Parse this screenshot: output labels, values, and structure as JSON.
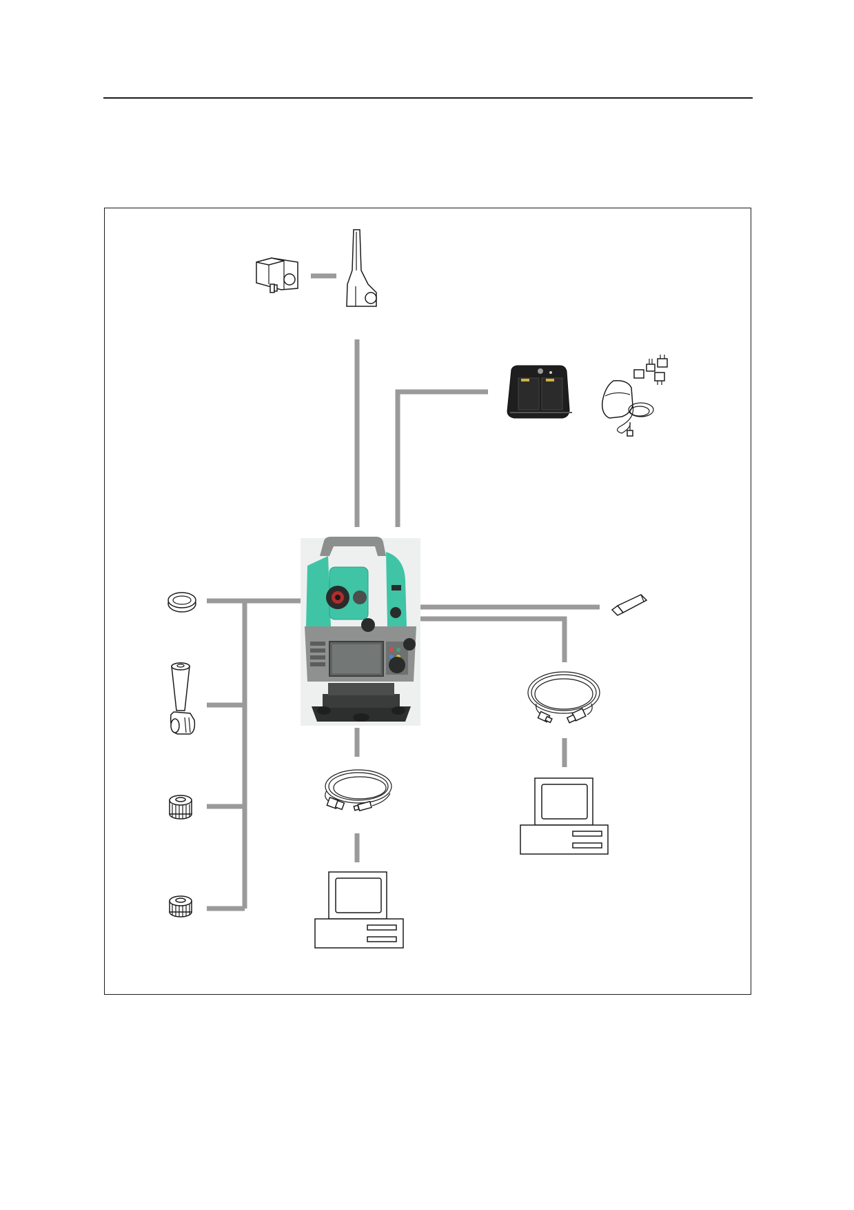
{
  "page": {
    "title": "System diagram",
    "background": "#ffffff"
  },
  "colors": {
    "connector": "#9a9a9a",
    "instrument_body": "#3fc4a6",
    "instrument_frame": "#8c8f8d",
    "line_art": "#1a1a1a"
  },
  "components": [
    {
      "id": "instrument",
      "icon": "total-station-icon"
    },
    {
      "id": "camera-attachment",
      "icon": "camera-attachment-icon"
    },
    {
      "id": "handle-mount",
      "icon": "handle-mount-icon"
    },
    {
      "id": "battery-charger",
      "icon": "battery-charger-icon"
    },
    {
      "id": "ac-adapter",
      "icon": "ac-adapter-icon"
    },
    {
      "id": "usb-stick",
      "icon": "usb-stick-icon"
    },
    {
      "id": "usb-cable",
      "icon": "usb-cable-icon"
    },
    {
      "id": "data-cable",
      "icon": "data-cable-icon"
    },
    {
      "id": "computer-right",
      "icon": "computer-icon"
    },
    {
      "id": "computer-bottom",
      "icon": "computer-icon"
    },
    {
      "id": "lens-cap",
      "icon": "lens-cap-icon"
    },
    {
      "id": "eyepiece",
      "icon": "eyepiece-icon"
    },
    {
      "id": "knob-a",
      "icon": "knob-icon"
    },
    {
      "id": "knob-b",
      "icon": "knob-icon"
    }
  ]
}
